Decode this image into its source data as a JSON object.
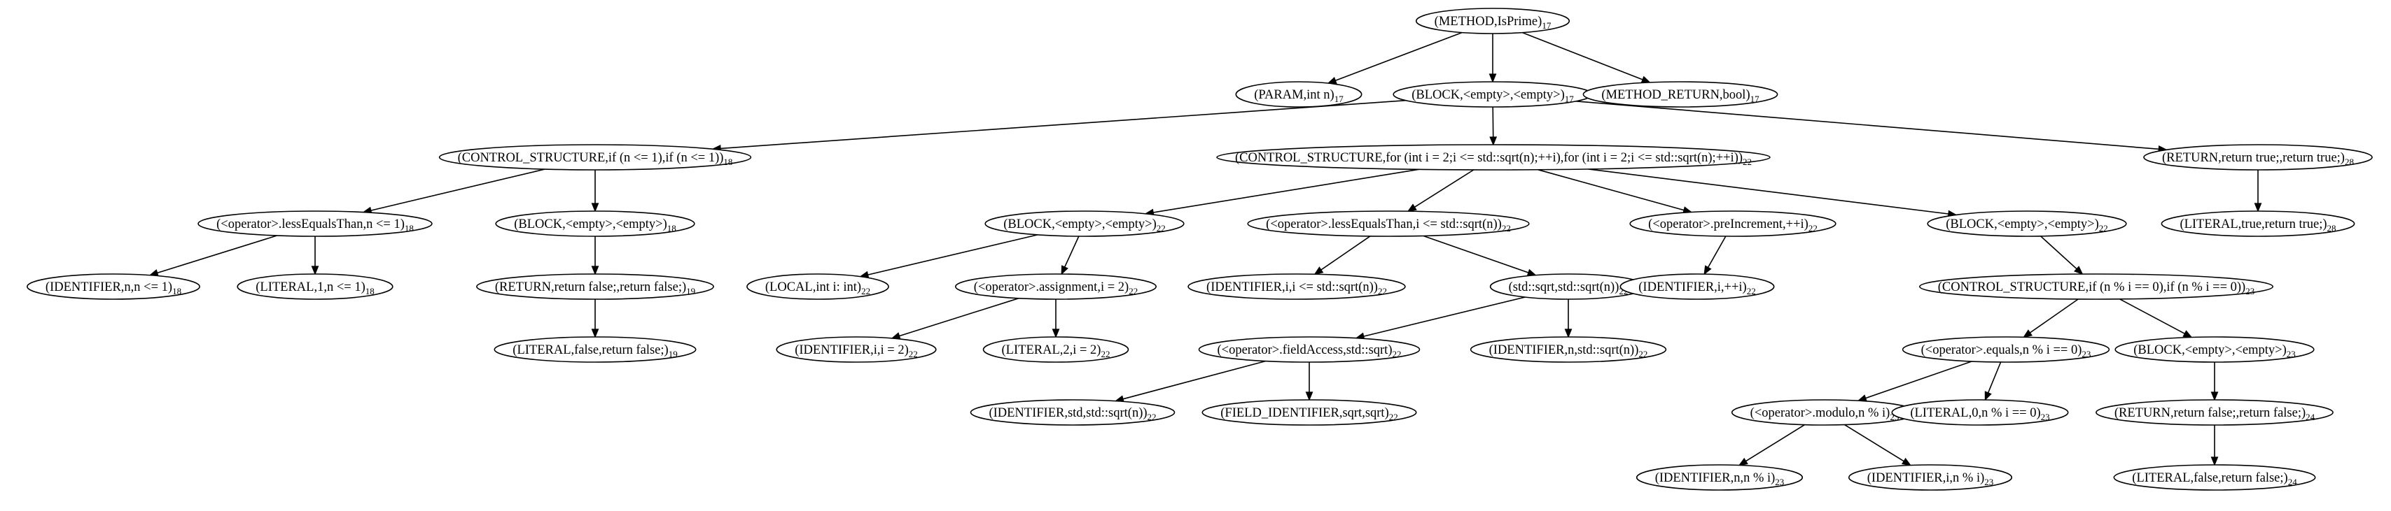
{
  "graph": {
    "nodes": [
      {
        "id": "n0",
        "label": "(METHOD,IsPrime)",
        "sub": "17"
      },
      {
        "id": "n1",
        "label": "(PARAM,int n)",
        "sub": "17"
      },
      {
        "id": "n2",
        "label": "(BLOCK,<empty>,<empty>)",
        "sub": "17"
      },
      {
        "id": "n3",
        "label": "(METHOD_RETURN,bool)",
        "sub": "17"
      },
      {
        "id": "n4",
        "label": "(CONTROL_STRUCTURE,if (n <= 1),if (n <= 1))",
        "sub": "18"
      },
      {
        "id": "n5",
        "label": "(CONTROL_STRUCTURE,for (int i = 2;i <= std::sqrt(n);++i),for (int i = 2;i <= std::sqrt(n);++i))",
        "sub": "22"
      },
      {
        "id": "n6",
        "label": "(RETURN,return true;,return true;)",
        "sub": "28"
      },
      {
        "id": "n7",
        "label": "(<operator>.lessEqualsThan,n <= 1)",
        "sub": "18"
      },
      {
        "id": "n8",
        "label": "(BLOCK,<empty>,<empty>)",
        "sub": "18"
      },
      {
        "id": "n9",
        "label": "(BLOCK,<empty>,<empty>)",
        "sub": "22"
      },
      {
        "id": "n10",
        "label": "(<operator>.lessEqualsThan,i <= std::sqrt(n))",
        "sub": "22"
      },
      {
        "id": "n11",
        "label": "(<operator>.preIncrement,++i)",
        "sub": "22"
      },
      {
        "id": "n12",
        "label": "(BLOCK,<empty>,<empty>)",
        "sub": "22"
      },
      {
        "id": "n13",
        "label": "(LITERAL,true,return true;)",
        "sub": "28"
      },
      {
        "id": "n14",
        "label": "(IDENTIFIER,n,n <= 1)",
        "sub": "18"
      },
      {
        "id": "n15",
        "label": "(LITERAL,1,n <= 1)",
        "sub": "18"
      },
      {
        "id": "n16",
        "label": "(RETURN,return false;,return false;)",
        "sub": "19"
      },
      {
        "id": "n17",
        "label": "(LOCAL,int i: int)",
        "sub": "22"
      },
      {
        "id": "n18",
        "label": "(<operator>.assignment,i = 2)",
        "sub": "22"
      },
      {
        "id": "n19",
        "label": "(IDENTIFIER,i,i <= std::sqrt(n))",
        "sub": "22"
      },
      {
        "id": "n20",
        "label": "(std::sqrt,std::sqrt(n))",
        "sub": "22"
      },
      {
        "id": "n21",
        "label": "(IDENTIFIER,i,++i)",
        "sub": "22"
      },
      {
        "id": "n22",
        "label": "(CONTROL_STRUCTURE,if (n % i == 0),if (n % i == 0))",
        "sub": "23"
      },
      {
        "id": "n23",
        "label": "(LITERAL,false,return false;)",
        "sub": "19"
      },
      {
        "id": "n24",
        "label": "(IDENTIFIER,i,i = 2)",
        "sub": "22"
      },
      {
        "id": "n25",
        "label": "(LITERAL,2,i = 2)",
        "sub": "22"
      },
      {
        "id": "n26",
        "label": "(<operator>.fieldAccess,std::sqrt)",
        "sub": "22"
      },
      {
        "id": "n27",
        "label": "(IDENTIFIER,n,std::sqrt(n))",
        "sub": "22"
      },
      {
        "id": "n28",
        "label": "(<operator>.equals,n % i == 0)",
        "sub": "23"
      },
      {
        "id": "n29",
        "label": "(BLOCK,<empty>,<empty>)",
        "sub": "23"
      },
      {
        "id": "n30",
        "label": "(IDENTIFIER,std,std::sqrt(n))",
        "sub": "22"
      },
      {
        "id": "n31",
        "label": "(FIELD_IDENTIFIER,sqrt,sqrt)",
        "sub": "22"
      },
      {
        "id": "n32",
        "label": "(<operator>.modulo,n % i)",
        "sub": "23"
      },
      {
        "id": "n33",
        "label": "(LITERAL,0,n % i == 0)",
        "sub": "23"
      },
      {
        "id": "n34",
        "label": "(RETURN,return false;,return false;)",
        "sub": "24"
      },
      {
        "id": "n35",
        "label": "(IDENTIFIER,n,n % i)",
        "sub": "23"
      },
      {
        "id": "n36",
        "label": "(IDENTIFIER,i,n % i)",
        "sub": "23"
      },
      {
        "id": "n37",
        "label": "(LITERAL,false,return false;)",
        "sub": "24"
      }
    ],
    "edges": [
      [
        "n0",
        "n1"
      ],
      [
        "n0",
        "n2"
      ],
      [
        "n0",
        "n3"
      ],
      [
        "n2",
        "n4"
      ],
      [
        "n2",
        "n5"
      ],
      [
        "n2",
        "n6"
      ],
      [
        "n4",
        "n7"
      ],
      [
        "n4",
        "n8"
      ],
      [
        "n5",
        "n9"
      ],
      [
        "n5",
        "n10"
      ],
      [
        "n5",
        "n11"
      ],
      [
        "n5",
        "n12"
      ],
      [
        "n6",
        "n13"
      ],
      [
        "n7",
        "n14"
      ],
      [
        "n7",
        "n15"
      ],
      [
        "n8",
        "n16"
      ],
      [
        "n9",
        "n17"
      ],
      [
        "n9",
        "n18"
      ],
      [
        "n10",
        "n19"
      ],
      [
        "n10",
        "n20"
      ],
      [
        "n11",
        "n21"
      ],
      [
        "n12",
        "n22"
      ],
      [
        "n16",
        "n23"
      ],
      [
        "n18",
        "n24"
      ],
      [
        "n18",
        "n25"
      ],
      [
        "n20",
        "n26"
      ],
      [
        "n20",
        "n27"
      ],
      [
        "n22",
        "n28"
      ],
      [
        "n22",
        "n29"
      ],
      [
        "n26",
        "n30"
      ],
      [
        "n26",
        "n31"
      ],
      [
        "n28",
        "n32"
      ],
      [
        "n28",
        "n33"
      ],
      [
        "n29",
        "n34"
      ],
      [
        "n32",
        "n35"
      ],
      [
        "n32",
        "n36"
      ],
      [
        "n34",
        "n37"
      ]
    ]
  }
}
